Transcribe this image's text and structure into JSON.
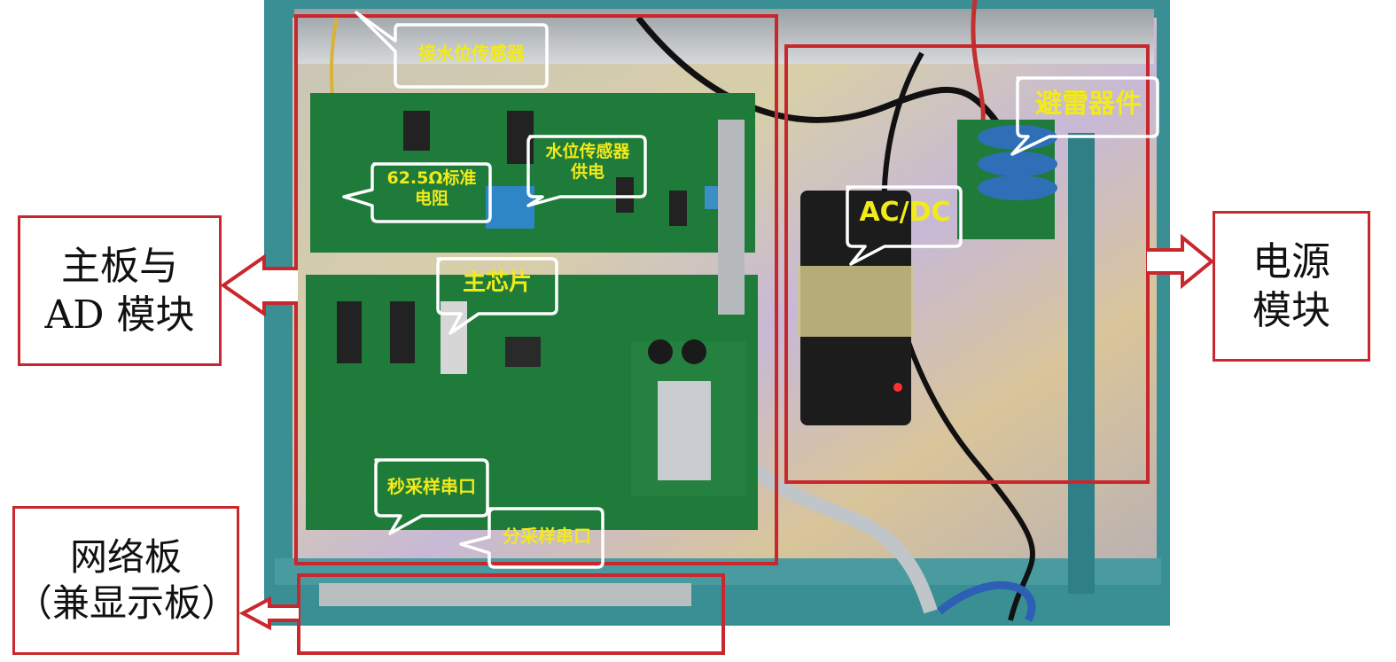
{
  "colors": {
    "frame_red": "#c8282d",
    "cabinet_teal": "#3a8f95",
    "pcb_green": "#1e7b3a",
    "bubble_text_yellow": "#f2ea1a"
  },
  "regions": {
    "mainboard": {
      "label_line1": "主板与",
      "label_line2": "AD 模块"
    },
    "power": {
      "label_line1": "电源",
      "label_line2": "模块"
    },
    "network": {
      "label_line1": "网络板",
      "label_line2": "（兼显示板）"
    }
  },
  "callouts": {
    "water_sensor": "接水位传感器",
    "resistor_line1": "62.5Ω标准",
    "resistor_line2": "电阻",
    "sensor_power_line1": "水位传感器",
    "sensor_power_line2": "供电",
    "main_chip": "主芯片",
    "second_serial": "秒采样串口",
    "minute_serial": "分采样串口",
    "lightning": "避雷器件",
    "acdc": "AC/DC"
  }
}
